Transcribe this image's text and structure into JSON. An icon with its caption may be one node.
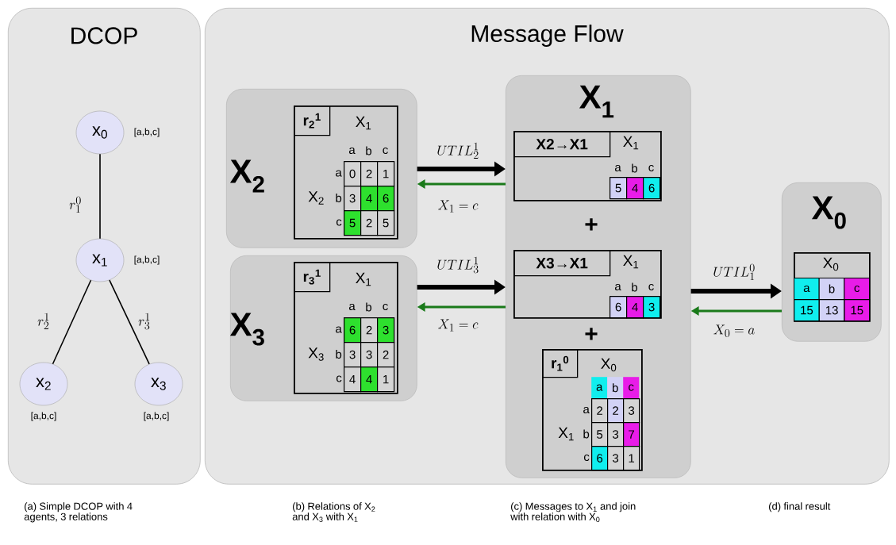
{
  "diagram": {
    "nodes": [
      {
        "text": [
          "DCOP"
        ]
      },
      {
        "text": [
          "x$_{0}$"
        ],
        "beside": [
          "[a,b,c]"
        ],
        "in": 0
      },
      {
        "text": [
          "x$_{1}$"
        ],
        "beside": [
          "[a,b,c]"
        ],
        "in": 0
      },
      {
        "text": [
          "x$_{2}$"
        ],
        "beside": [
          "[a,b,c]"
        ],
        "in": 0
      },
      {
        "text": [
          "x$_{3}$"
        ],
        "beside": [
          "[a,b,c]"
        ],
        "in": 0
      },
      {
        "text": [
          "Message Flow"
        ]
      },
      {
        "text": [
          "X$_{2}$"
        ],
        "in": 5
      },
      {
        "text": [
          "X$_{1}$",
          "a",
          "b",
          "c",
          "a",
          "0",
          "2",
          "1",
          "X$_{2}$",
          "b",
          "3",
          "4",
          "6",
          "c",
          "5",
          "2",
          "5"
        ],
        "in": 6
      },
      {
        "text": [
          "r$_{2}$$^{1}$"
        ],
        "in": 7
      },
      {
        "text": [
          "X$_{3}$"
        ],
        "in": 5
      },
      {
        "text": [
          "X$_{1}$",
          "a",
          "b",
          "c",
          "a",
          "6",
          "2",
          "3",
          "X$_{3}$",
          "b",
          "3",
          "3",
          "2",
          "c",
          "4",
          "4",
          "1"
        ],
        "in": 9
      },
      {
        "text": [
          "r$_{3}$$^{1}$"
        ],
        "in": 10
      },
      {
        "text": [
          "X$_{1}$",
          "+",
          "+"
        ],
        "in": 5
      },
      {
        "text": [
          "X$_{1}$",
          "a",
          "b",
          "c",
          "5",
          "4",
          "6"
        ],
        "in": 12
      },
      {
        "text": [
          "X2→X1"
        ],
        "in": 13
      },
      {
        "text": [
          "X$_{1}$",
          "a",
          "b",
          "c",
          "6",
          "4",
          "3"
        ],
        "in": 12
      },
      {
        "text": [
          "X3→X1"
        ],
        "in": 15
      },
      {
        "text": [
          "X$_{0}$",
          "a",
          "b",
          "c",
          "a",
          "2",
          "2",
          "3",
          "X$_{1}$",
          "b",
          "5",
          "3",
          "7",
          "c",
          "6",
          "3",
          "1"
        ],
        "in": 12
      },
      {
        "text": [
          "r$_{1}$$^{0}$"
        ],
        "in": 17
      },
      {
        "text": [
          "X$_{0}$"
        ],
        "in": 5
      },
      {
        "text": [
          "X$_{0}$",
          "a",
          "b",
          "c",
          "15",
          "13",
          "15"
        ],
        "in": 19
      }
    ],
    "edges": [
      {
        "from": 1,
        "to": 2,
        "arrow": "none",
        "label": "r^{0}_{1}"
      },
      {
        "from": 2,
        "to": 3,
        "arrow": "none",
        "label": "r^{1}_{2}"
      },
      {
        "from": 2,
        "to": 4,
        "arrow": "none",
        "label": "r^{1}_{3}"
      },
      {
        "from": 6,
        "to": 12,
        "arrow": "to",
        "style": "thick",
        "label": "UTIL^{1}_{2}"
      },
      {
        "from": 12,
        "to": 6,
        "arrow": "to",
        "color": "#1a7a1a",
        "label": "X_{1}=c"
      },
      {
        "from": 9,
        "to": 12,
        "arrow": "to",
        "style": "thick",
        "label": "UTIL^{1}_{3}"
      },
      {
        "from": 12,
        "to": 9,
        "arrow": "to",
        "color": "#1a7a1a",
        "label": "X_{1}=c"
      },
      {
        "from": 12,
        "to": 19,
        "arrow": "to",
        "style": "thick",
        "label": "UTIL^{0}_{1}"
      },
      {
        "from": 19,
        "to": 12,
        "arrow": "to",
        "color": "#1a7a1a",
        "label": "X_{0}=a"
      }
    ],
    "labels": [
      "(a) Simple DCOP with 4 agents, 3 relations",
      "(b) Relations of X$_{2}$ and X$_{3}$ with X$_{1}$",
      "(c) Messages to X$_{1}$ and join with relation with X$_{0}$",
      "(d) final result"
    ]
  }
}
